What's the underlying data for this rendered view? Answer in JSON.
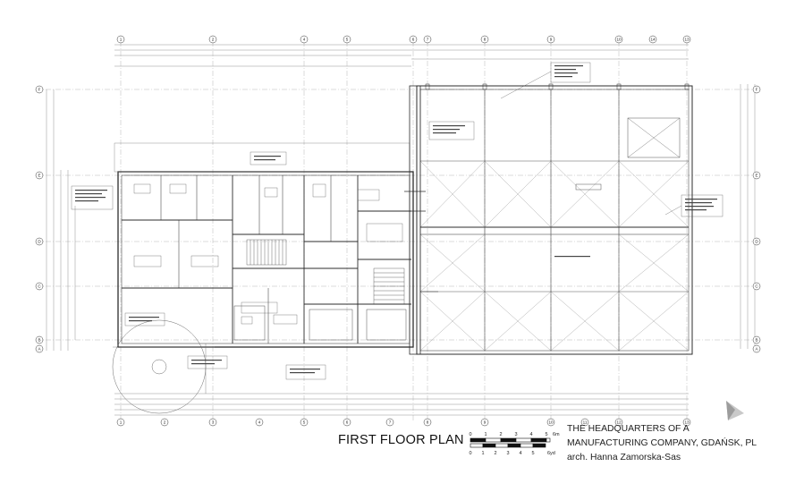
{
  "title_block": {
    "plan_title": "FIRST FLOOR PLAN",
    "project_line1": "THE HEADQUARTERS OF A",
    "project_line2": "MANUFACTURING COMPANY, GDAŃSK, PL",
    "architect": "arch. Hanna Zamorska-Sas"
  },
  "scale_bar": {
    "metric_ticks": [
      "0",
      "1",
      "2",
      "3",
      "4",
      "5"
    ],
    "metric_unit": "6m",
    "imperial_ticks": [
      "0",
      "1",
      "2",
      "3",
      "4",
      "5"
    ],
    "imperial_unit": "6yd"
  },
  "grid_axes": {
    "top_numbers": [
      "1",
      "2",
      "4",
      "5",
      "6",
      "7",
      "8",
      "9",
      "10",
      "14",
      "13"
    ],
    "left_letters": [
      "F",
      "E",
      "D",
      "C",
      "B",
      "A"
    ],
    "right_letters": [
      "F",
      "E",
      "D",
      "C",
      "B",
      "A"
    ],
    "bottom_numbers": [
      "1",
      "2",
      "3",
      "4",
      "5",
      "6",
      "7",
      "8",
      "9",
      "10",
      "11",
      "12",
      "13"
    ]
  },
  "colors": {
    "line": "#3a3a3a",
    "light_line": "#9a9a9a",
    "ink": "#111111"
  }
}
